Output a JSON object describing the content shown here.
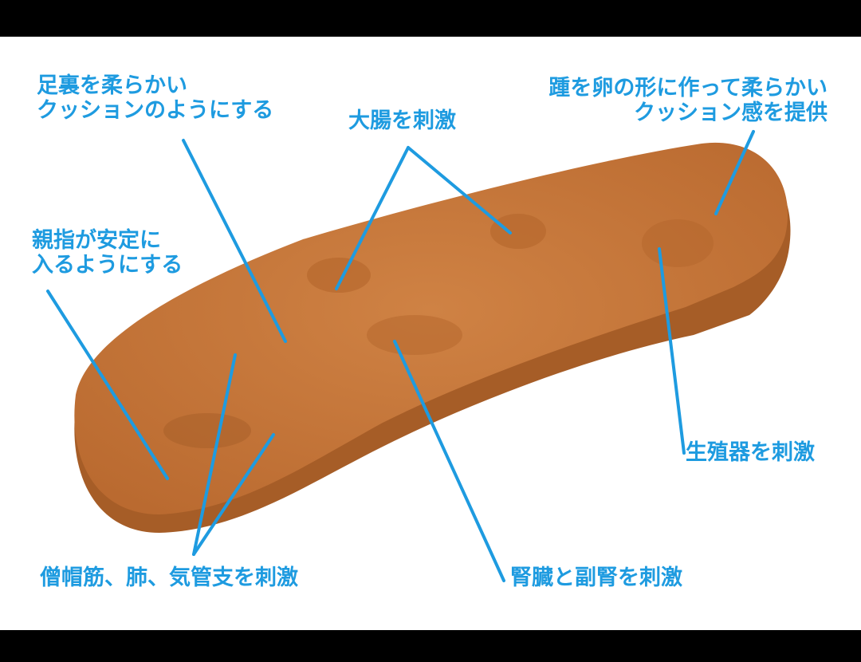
{
  "colors": {
    "label": "#1e9be0",
    "insole": "#c8783a",
    "insole_side": "#a85e28",
    "background": "#ffffff",
    "frame": "#000000"
  },
  "labels": {
    "soft_sole": {
      "line1": "足裏を柔らかい",
      "line2": "クッションのようにする"
    },
    "large_intestine": {
      "text": "大腸を刺激"
    },
    "heel": {
      "line1": "踵を卵の形に作って柔らかい",
      "line2": "クッション感を提供"
    },
    "big_toe": {
      "line1": "親指が安定に",
      "line2": "入るようにする"
    },
    "reproductive": {
      "text": "生殖器を刺激"
    },
    "trapezius_lungs": {
      "text": "僧帽筋、肺、気管支を刺激"
    },
    "kidney": {
      "text": "腎臓と副腎を刺激"
    }
  }
}
